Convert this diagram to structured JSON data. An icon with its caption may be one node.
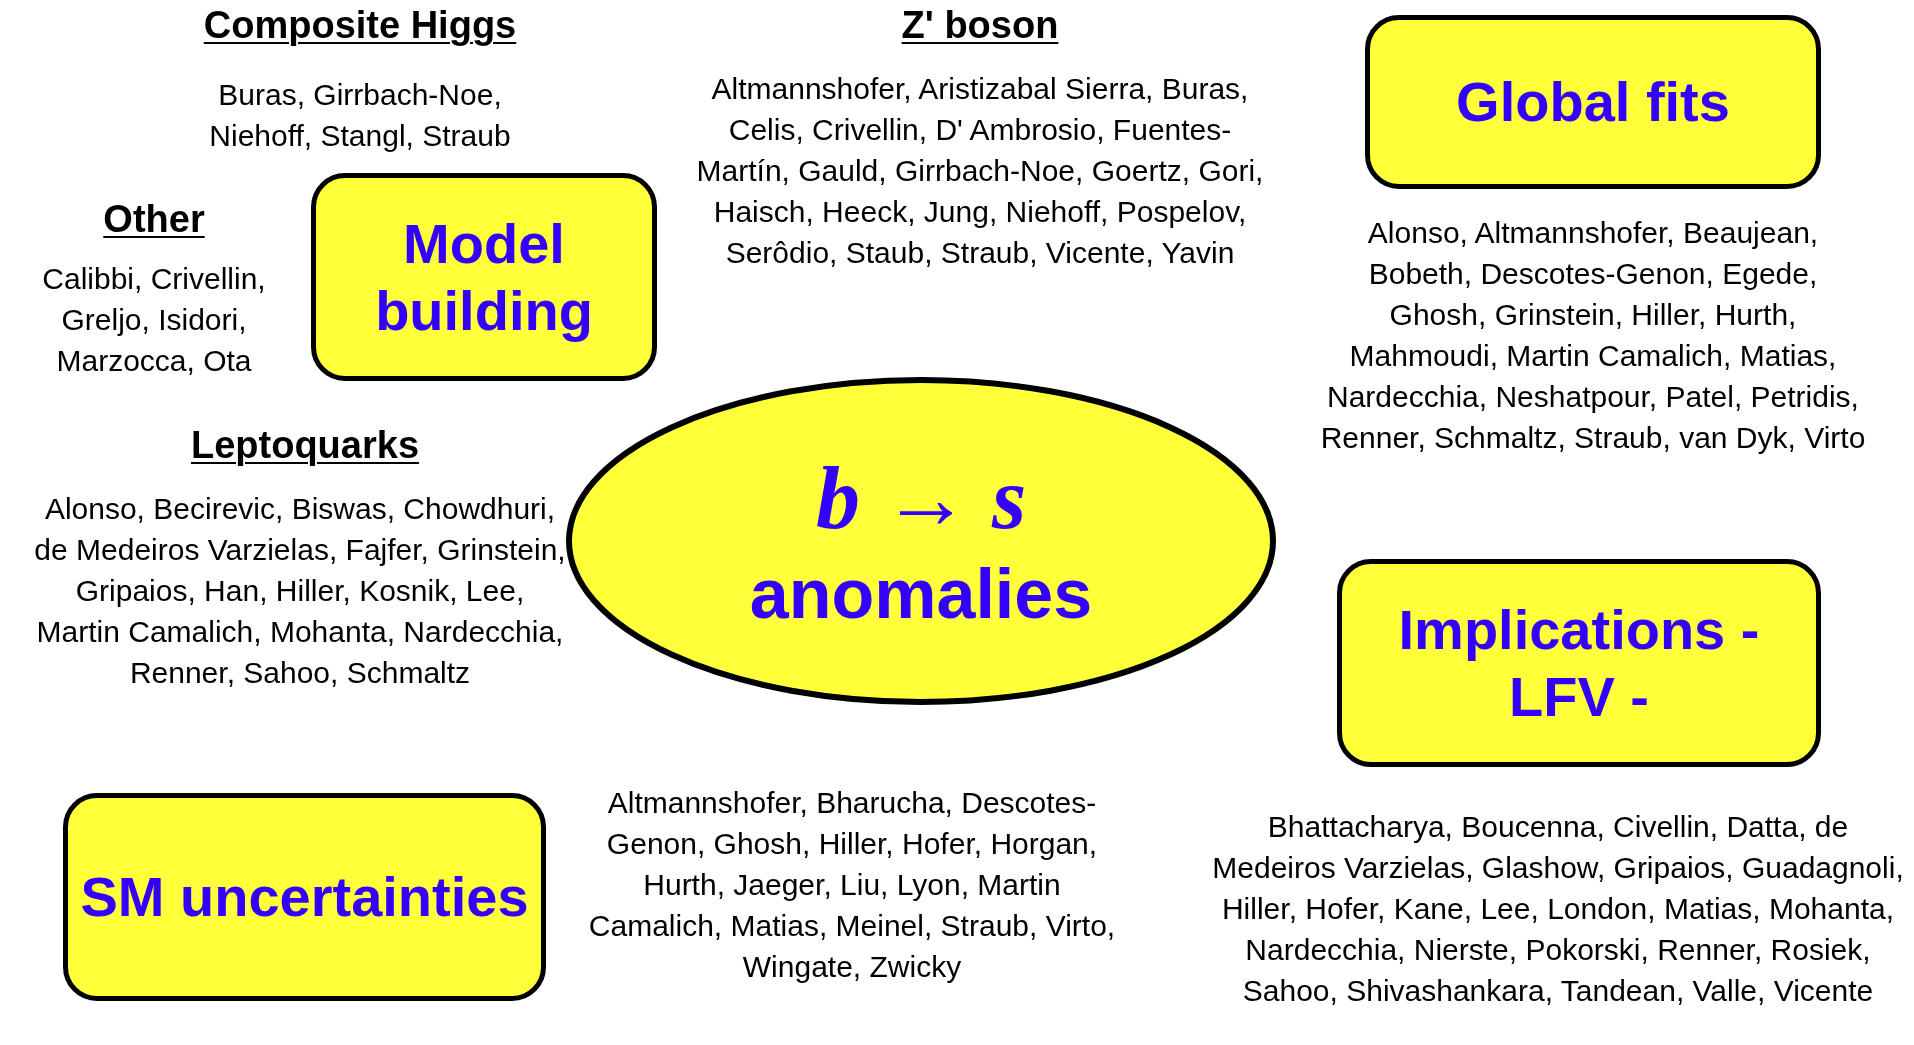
{
  "diagram": {
    "nodes": [
      {
        "text": [
          "Global fits"
        ],
        "beside": [
          "Alonso, Altmannshofer, Beaujean, Bobeth, Descotes-Genon, Egede, Ghosh, Grinstein, Hiller, Hurth, Mahmoudi, Martin Camalich, Matias, Nardecchia, Neshatpour, Patel, Petridis, Renner, Schmaltz, Straub, van Dyk, Virto"
        ]
      },
      {
        "text": [
          "Model building"
        ]
      },
      {
        "text": [
          "b → s",
          "anomalies"
        ]
      },
      {
        "text": [
          "Implications - LFV -"
        ],
        "beside": [
          "Bhattacharya, Boucenna, Civellin, Datta, de Medeiros Varzielas, Glashow, Gripaios, Guadagnoli, Hiller, Hofer, Kane, Lee, London, Matias, Mohanta, Nardecchia, Nierste, Pokorski, Renner, Rosiek, Sahoo, Shivashankara, Tandean, Valle, Vicente"
        ]
      },
      {
        "text": [
          "SM uncertainties"
        ],
        "beside": [
          "Altmannshofer, Bharucha, Descotes-Genon,  Ghosh, Hiller, Hofer, Horgan, Hurth, Jaeger, Liu, Lyon, Martin Camalich, Matias, Meinel, Straub, Virto, Wingate, Zwicky"
        ]
      }
    ],
    "labels": [
      "Composite Higgs",
      "Z' boson",
      "Buras, Girrbach-Noe, Niehoff, Stangl, Straub",
      "Altmannshofer, Aristizabal Sierra, Buras, Celis, Crivellin, D' Ambrosio, Fuentes-Martín, Gauld, Girrbach-Noe, Goertz, Gori, Haisch, Heeck, Jung, Niehoff, Pospelov, Serôdio, Staub, Straub, Vicente, Yavin",
      "Other",
      "Calibbi, Crivellin, Greljo, Isidori, Marzocca, Ota",
      "Leptoquarks",
      "Alonso, Becirevic, Biswas, Chowdhuri, de Medeiros Varzielas, Fajfer, Grinstein, Gripaios, Han, Hiller, Kosnik, Lee, Martin Camalich, Mohanta, Nardecchia, Renner, Sahoo, Schmaltz"
    ]
  }
}
